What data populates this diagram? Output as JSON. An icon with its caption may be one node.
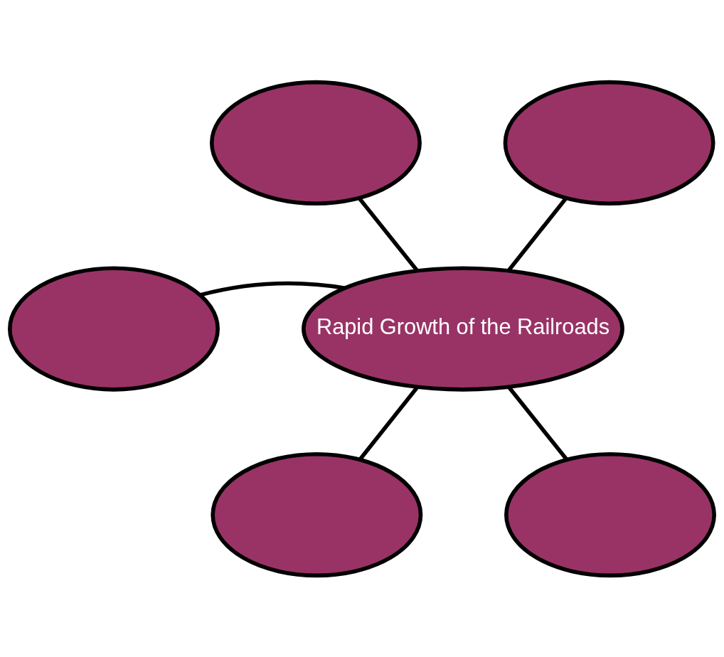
{
  "diagram": {
    "nodes": [
      {
        "text": [],
        "shape": "ellipse"
      },
      {
        "text": [],
        "shape": "ellipse"
      },
      {
        "text": [],
        "shape": "ellipse"
      },
      {
        "text": [
          "Rapid Growth of the Railroads"
        ]
      },
      {
        "text": [],
        "shape": "ellipse"
      },
      {
        "text": [],
        "shape": "ellipse"
      }
    ],
    "edges": [
      {
        "from": 0,
        "to": 3,
        "arrow": "none"
      },
      {
        "from": 1,
        "to": 3,
        "arrow": "none"
      },
      {
        "from": 2,
        "to": 3,
        "arrow": "none"
      },
      {
        "from": 3,
        "to": 4,
        "arrow": "none"
      },
      {
        "from": 3,
        "to": 5,
        "arrow": "none"
      }
    ]
  }
}
